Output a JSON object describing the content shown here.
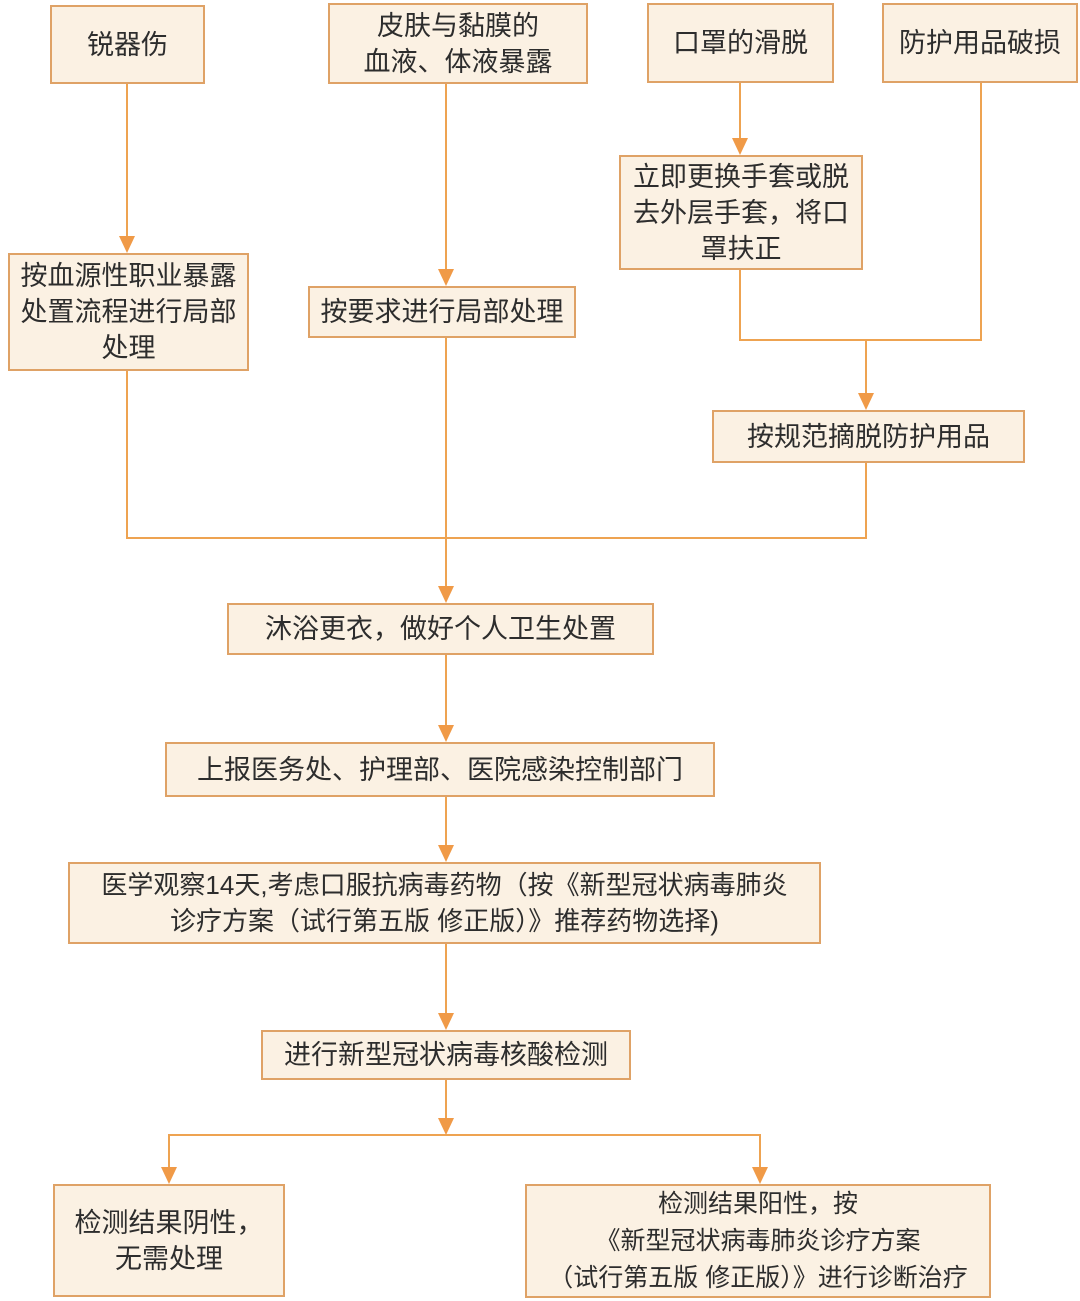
{
  "colors": {
    "node-fill": "#fbf1e3",
    "node-border": "#dfa266",
    "line": "#eea351",
    "arrow": "#f09a47",
    "text": "#2d2d2d",
    "background": "#ffffff"
  },
  "nodes": {
    "sharp_injury": {
      "lines": [
        "锐器伤"
      ]
    },
    "skin_exposure": {
      "lines": [
        "皮肤与黏膜的",
        "血液、体液暴露"
      ]
    },
    "mask_slip": {
      "lines": [
        "口罩的滑脱"
      ]
    },
    "ppe_damage": {
      "lines": [
        "防护用品破损"
      ]
    },
    "glove_change": {
      "lines": [
        "立即更换手套或脱",
        "去外层手套，将口",
        "罩扶正"
      ]
    },
    "bloodborne_procedure": {
      "lines": [
        "按血源性职业暴露",
        "处置流程进行局部",
        "处理"
      ]
    },
    "local_treatment": {
      "lines": [
        "按要求进行局部处理"
      ]
    },
    "doff_ppe": {
      "lines": [
        "按规范摘脱防护用品"
      ]
    },
    "shower": {
      "lines": [
        "沐浴更衣，做好个人卫生处置"
      ]
    },
    "report": {
      "lines": [
        "上报医务处、护理部、医院感染控制部门"
      ]
    },
    "observation": {
      "lines": [
        "医学观察14天,考虑口服抗病毒药物（按《新型冠状病毒肺炎",
        "诊疗方案（试行第五版 修正版）》推荐药物选择)"
      ]
    },
    "nat_test": {
      "lines": [
        "进行新型冠状病毒核酸检测"
      ]
    },
    "negative_result": {
      "lines": [
        "检测结果阴性，",
        "无需处理"
      ]
    },
    "positive_result": {
      "lines": [
        "检测结果阳性，按",
        "《新型冠状病毒肺炎诊疗方案",
        "（试行第五版 修正版）》进行诊断治疗"
      ]
    }
  }
}
